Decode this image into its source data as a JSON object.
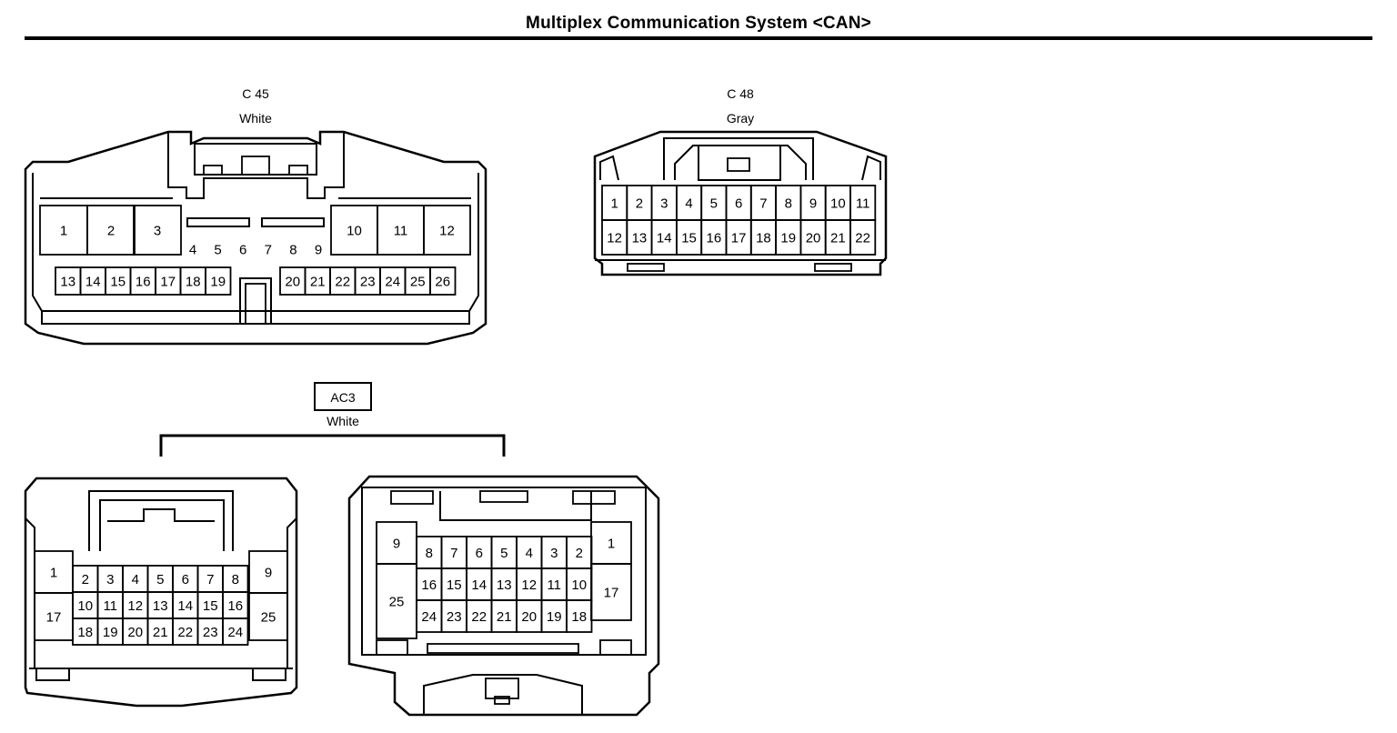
{
  "title": "Multiplex Communication System <CAN>",
  "connectors": {
    "c45": {
      "id": "C 45",
      "color": "White",
      "pins": [
        "1",
        "2",
        "3",
        "4",
        "5",
        "6",
        "7",
        "8",
        "9",
        "10",
        "11",
        "12",
        "13",
        "14",
        "15",
        "16",
        "17",
        "18",
        "19",
        "20",
        "21",
        "22",
        "23",
        "24",
        "25",
        "26"
      ]
    },
    "c48": {
      "id": "C 48",
      "color": "Gray",
      "pins": [
        "1",
        "2",
        "3",
        "4",
        "5",
        "6",
        "7",
        "8",
        "9",
        "10",
        "11",
        "12",
        "13",
        "14",
        "15",
        "16",
        "17",
        "18",
        "19",
        "20",
        "21",
        "22"
      ]
    },
    "ac3": {
      "id": "AC3",
      "color": "White",
      "pins": [
        "1",
        "2",
        "3",
        "4",
        "5",
        "6",
        "7",
        "8",
        "9",
        "10",
        "11",
        "12",
        "13",
        "14",
        "15",
        "16",
        "17",
        "18",
        "19",
        "20",
        "21",
        "22",
        "23",
        "24",
        "25"
      ]
    }
  }
}
